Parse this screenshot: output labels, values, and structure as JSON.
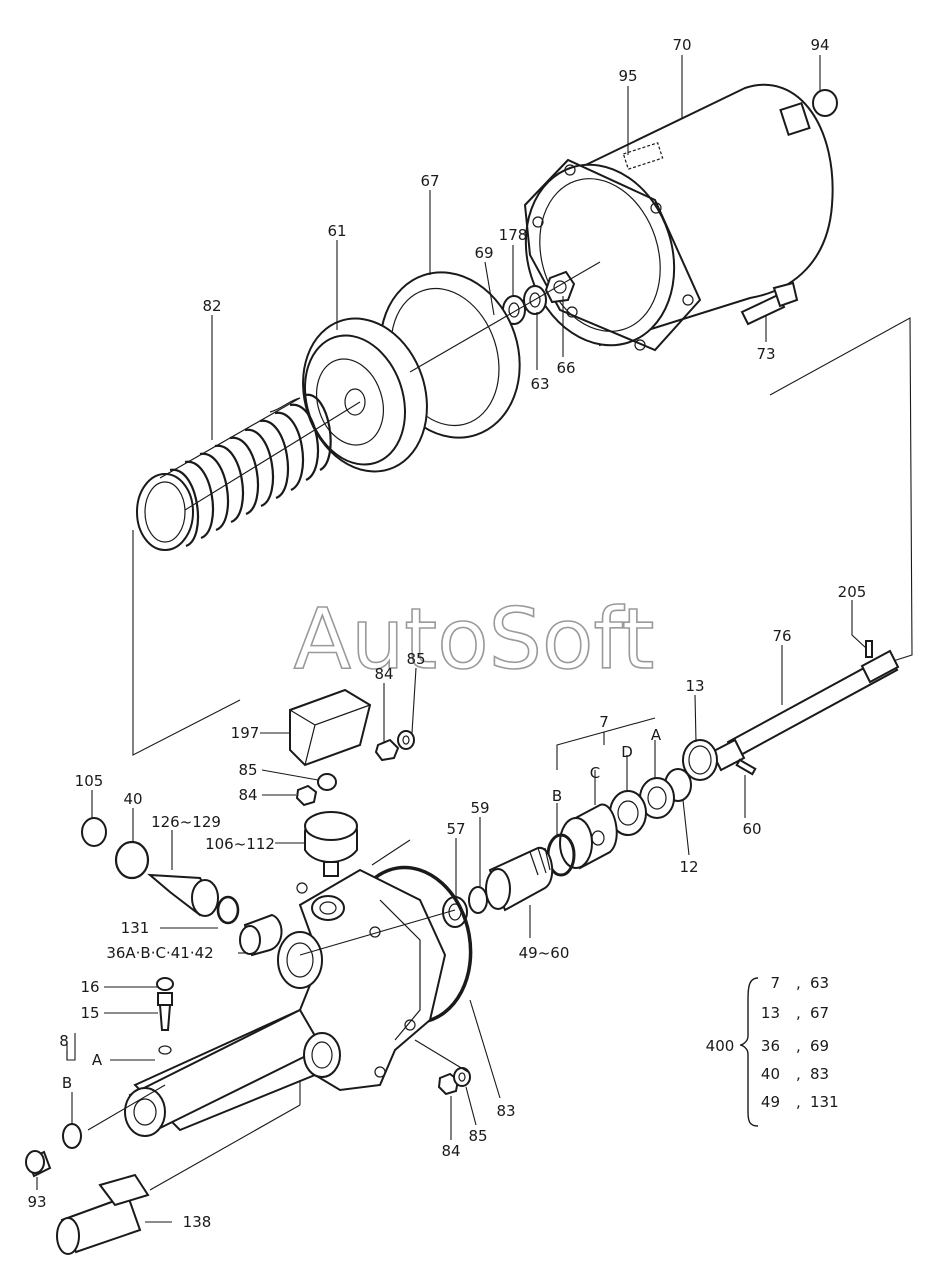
{
  "watermark": "AutoSoft",
  "callouts": {
    "c70": "70",
    "c94": "94",
    "c95": "95",
    "c67": "67",
    "c61": "61",
    "c178": "178",
    "c69": "69",
    "c82": "82",
    "c63": "63",
    "c66": "66",
    "c73": "73",
    "c205": "205",
    "c76": "76",
    "c85a": "85",
    "c84a": "84",
    "c197": "197",
    "c85b": "85",
    "c84b": "84",
    "c7": "7",
    "c13": "13",
    "cD": "D",
    "cA1": "A",
    "cC": "C",
    "cB1": "B",
    "c105": "105",
    "c40": "40",
    "c126": "126~129",
    "c106": "106~112",
    "c59": "59",
    "c57": "57",
    "c60": "60",
    "c12": "12",
    "c131": "131",
    "c36": "36A·B·C·41·42",
    "c49": "49~60",
    "c16": "16",
    "c15": "15",
    "c8": "8",
    "cA2": "A",
    "cB2": "B",
    "c84c": "84",
    "c85c": "85",
    "c83": "83",
    "c93": "93",
    "c138": "138"
  },
  "kit": {
    "label": "400",
    "rows": [
      {
        "a": "7",
        "b": "63"
      },
      {
        "a": "13",
        "b": "67"
      },
      {
        "a": "36",
        "b": "69"
      },
      {
        "a": "40",
        "b": "83"
      },
      {
        "a": "49",
        "b": "131"
      }
    ]
  }
}
